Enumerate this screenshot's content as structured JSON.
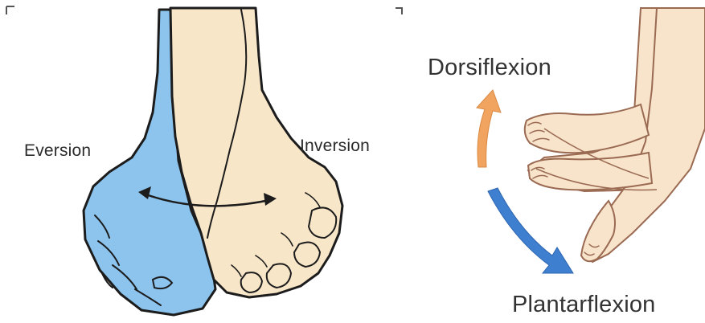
{
  "left_figure": {
    "eversion_label": "Eversion",
    "inversion_label": "Inversion"
  },
  "right_figure": {
    "dorsiflexion_label": "Dorsiflexion",
    "plantarflexion_label": "Plantarflexion"
  },
  "colors": {
    "skin": "#f8e6c8",
    "everted_foot_blue": "#8cc4ee",
    "outline": "#1c1c1c",
    "dorsiflexion_arrow": "#f0a460",
    "plantarflexion_arrow": "#3f7fd0",
    "sketch_line": "#9a6a52"
  }
}
